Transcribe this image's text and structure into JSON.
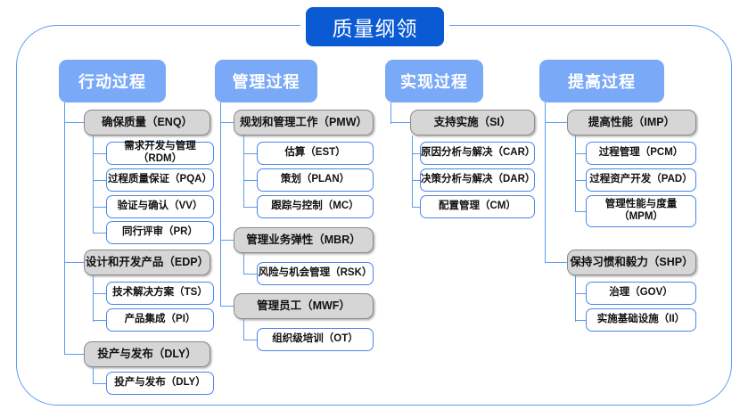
{
  "diagram": {
    "title": "质量纲领",
    "columns": [
      {
        "header": "行动过程",
        "groups": [
          {
            "label": "确保质量（ENQ）",
            "items": [
              "需求开发与管理（RDM）",
              "过程质量保证（PQA）",
              "验证与确认（VV）",
              "同行评审（PR）"
            ]
          },
          {
            "label": "设计和开发产品（EDP）",
            "items": [
              "技术解决方案（TS）",
              "产品集成（PI）"
            ]
          },
          {
            "label": "投产与发布（DLY）",
            "items": [
              "投产与发布（DLY）"
            ]
          }
        ]
      },
      {
        "header": "管理过程",
        "groups": [
          {
            "label": "规划和管理工作（PMW）",
            "items": [
              "估算（EST）",
              "策划（PLAN）",
              "跟踪与控制（MC）"
            ]
          },
          {
            "label": "管理业务弹性（MBR）",
            "items": [
              "风险与机会管理（RSK）"
            ]
          },
          {
            "label": "管理员工（MWF）",
            "items": [
              "组织级培训（OT）"
            ]
          }
        ]
      },
      {
        "header": "实现过程",
        "groups": [
          {
            "label": "支持实施（SI）",
            "items": [
              "原因分析与解决（CAR）",
              "决策分析与解决（DAR）",
              "配置管理（CM）"
            ]
          }
        ]
      },
      {
        "header": "提高过程",
        "groups": [
          {
            "label": "提高性能（IMP）",
            "items": [
              "过程管理（PCM）",
              "过程资产开发（PAD）",
              "管理性能与度量\n（MPM）"
            ]
          },
          {
            "label": "保持习惯和毅力（SHP）",
            "items": [
              "治理（GOV）",
              "实施基础设施（II）"
            ]
          }
        ]
      }
    ],
    "colors": {
      "title_bg": "#0a5bd3",
      "header_bg": "#7aa9f7",
      "group_bg": "#d6d6d6",
      "item_border": "#4a86e8",
      "connector": "#5b9bf3",
      "frame_border": "#5b9bf3"
    }
  }
}
